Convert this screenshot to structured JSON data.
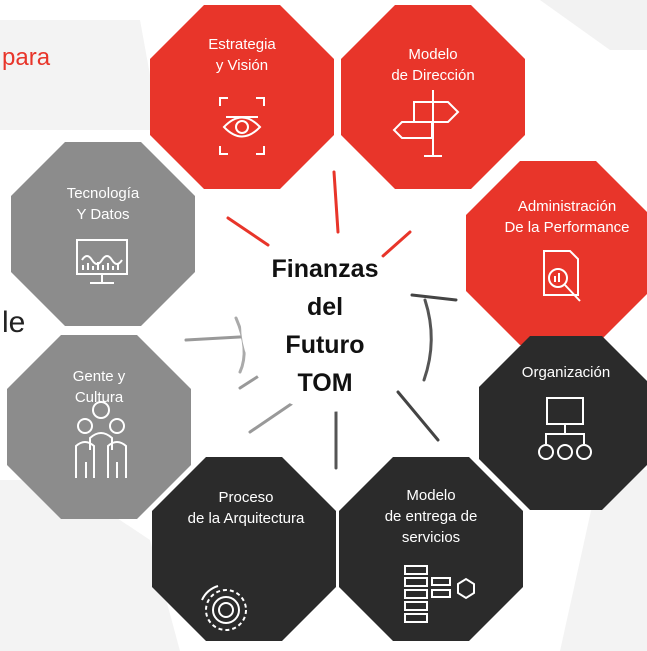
{
  "fragments": {
    "top_left": "para",
    "mid_left": "le"
  },
  "center": {
    "lines": [
      "Finanzas",
      "del",
      "Futuro",
      "TOM"
    ]
  },
  "segments": [
    {
      "id": "estrategia",
      "label": "Estrategia\ny Visión",
      "color": "#e8352a",
      "icon": "eye-scan-icon"
    },
    {
      "id": "modelo-direccion",
      "label": "Modelo\nde Dirección",
      "color": "#e8352a",
      "icon": "signpost-icon"
    },
    {
      "id": "administracion",
      "label": "Administración\nDe la Performance",
      "color": "#e8352a",
      "icon": "report-chart-icon"
    },
    {
      "id": "organizacion",
      "label": "Organización",
      "color": "#2b2b2b",
      "icon": "org-chart-icon"
    },
    {
      "id": "modelo-entrega",
      "label": "Modelo\nde entrega de\nservicios",
      "color": "#2b2b2b",
      "icon": "servers-icon"
    },
    {
      "id": "proceso",
      "label": "Proceso\nde la Arquitectura",
      "color": "#2b2b2b",
      "icon": "gear-icon"
    },
    {
      "id": "gente",
      "label": "Gente y\nCultura",
      "color": "#8c8c8c",
      "icon": "people-icon"
    },
    {
      "id": "tecnologia",
      "label": "Tecnología\nY Datos",
      "color": "#8c8c8c",
      "icon": "monitor-chart-icon"
    }
  ]
}
